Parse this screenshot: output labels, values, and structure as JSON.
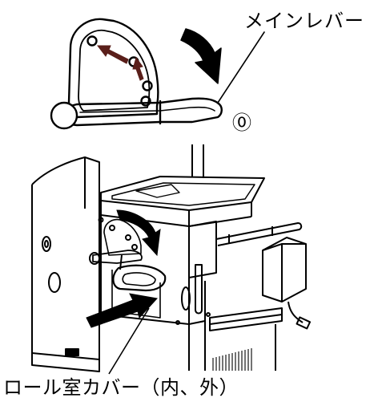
{
  "labels": {
    "main_lever": "メインレバー",
    "position_zero": "⓪",
    "roll_cover": "ロール室カバー（内、外）"
  },
  "colors": {
    "line": "#000000",
    "direction_arrow": "#5a1f1a",
    "background": "#ffffff"
  },
  "icons": {
    "lever_motion": "curved-arrow-down-icon",
    "position_steps": "step-arrow-icon",
    "cover_motion": "push-arrow-icon"
  }
}
